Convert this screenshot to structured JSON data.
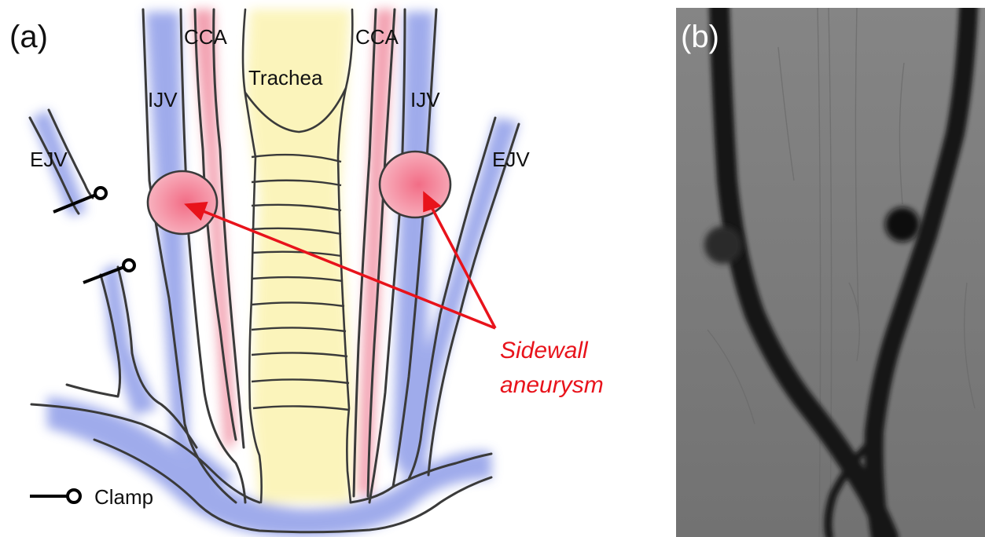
{
  "panel_a": {
    "panel_label": "(a)",
    "labels": {
      "cca_left": "CCA",
      "cca_right": "CCA",
      "trachea": "Trachea",
      "ijv_left": "IJV",
      "ijv_right": "IJV",
      "ejv_left": "EJV",
      "ejv_right": "EJV",
      "clamp": "Clamp"
    },
    "annotation": {
      "line1": "Sidewall",
      "line2": "aneurysm",
      "color": "#e8131b"
    },
    "colors": {
      "vein": "#8f9de8",
      "artery": "#f08fa2",
      "trachea": "#fbf3b0",
      "aneurysm": "#f07d93",
      "outline": "#3a3a3a"
    }
  },
  "panel_b": {
    "panel_label": "(b)",
    "colors": {
      "background": "#7b7b7b",
      "vessel": "#151515"
    }
  }
}
